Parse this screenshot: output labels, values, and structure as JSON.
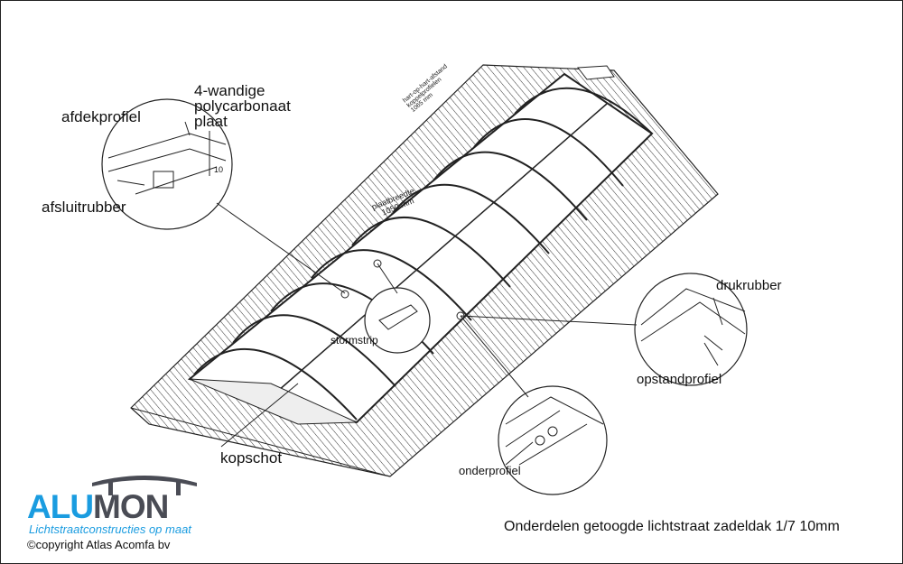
{
  "labels": {
    "afdekprofiel": "afdekprofiel",
    "polycarbonaat_line1": "4-wandige",
    "polycarbonaat_line2": "polycarbonaat",
    "polycarbonaat_line3": "plaat",
    "thickness": "10",
    "afsluitrubber": "afsluitrubber",
    "stormstrip": "stormstrip",
    "drukrubber": "drukrubber",
    "opstandprofiel": "opstandprofiel",
    "onderprofiel": "onderprofiel",
    "kopschot": "kopschot",
    "hoh_line1": "hart-op-hart-afstand",
    "hoh_line2": "koppelprofielen",
    "hoh_line3": "1065 mm",
    "plaatbreedte_line1": "plaatbreedte",
    "plaatbreedte_line2": "1050 mm"
  },
  "logo": {
    "brand_part1": "ALU",
    "brand_part2": "MON",
    "tagline": "Lichtstraatconstructies op maat",
    "copyright": "©copyright Atlas Acomfa bv",
    "colors": {
      "blue": "#1a9ce0",
      "grey": "#4a4c55"
    }
  },
  "caption": "Onderdelen getoogde lichtstraat zadeldak 1/7 10mm"
}
